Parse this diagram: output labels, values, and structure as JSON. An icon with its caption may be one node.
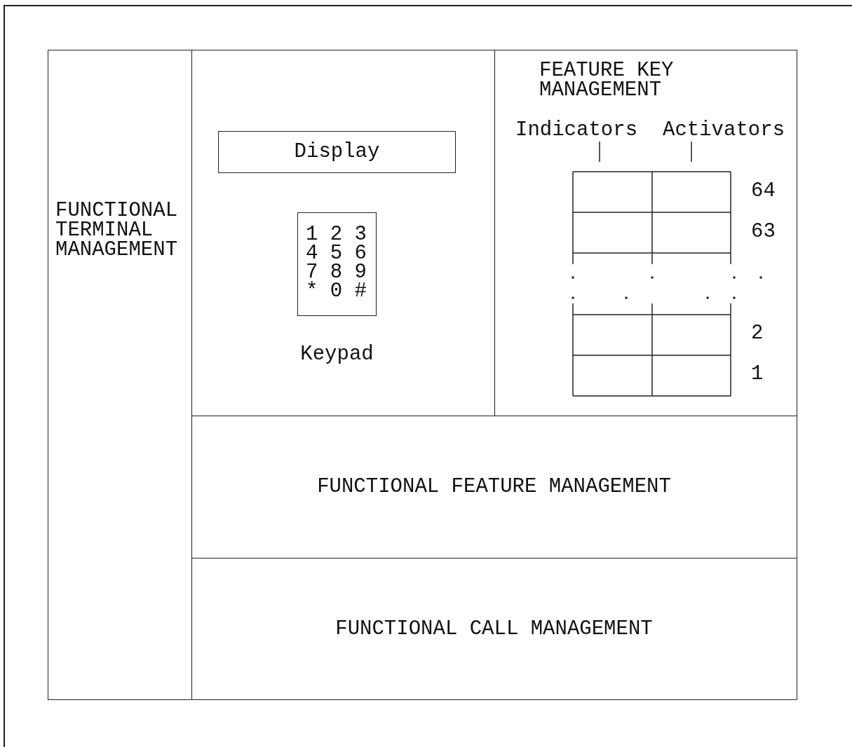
{
  "diagram": {
    "nodes": [
      {
        "text": [
          "FUNCTIONAL TERMINAL MANAGEMENT"
        ]
      },
      {
        "text": [],
        "shape": "box"
      },
      {
        "text": [
          "Display"
        ],
        "in": 1
      },
      {
        "text": [
          "1 2 3 4 5 6 7 8 9 * 0 #"
        ],
        "in": 1,
        "beside": [
          "Keypad"
        ]
      },
      {
        "text": [
          "FEATURE KEY MANAGEMENT"
        ]
      },
      {
        "text": [
          "FUNCTIONAL FEATURE MANAGEMENT"
        ]
      },
      {
        "text": [
          "FUNCTIONAL CALL MANAGEMENT"
        ]
      }
    ],
    "labels": [
      "Indicators",
      "Activators",
      "64",
      "63",
      "2",
      "1"
    ]
  }
}
